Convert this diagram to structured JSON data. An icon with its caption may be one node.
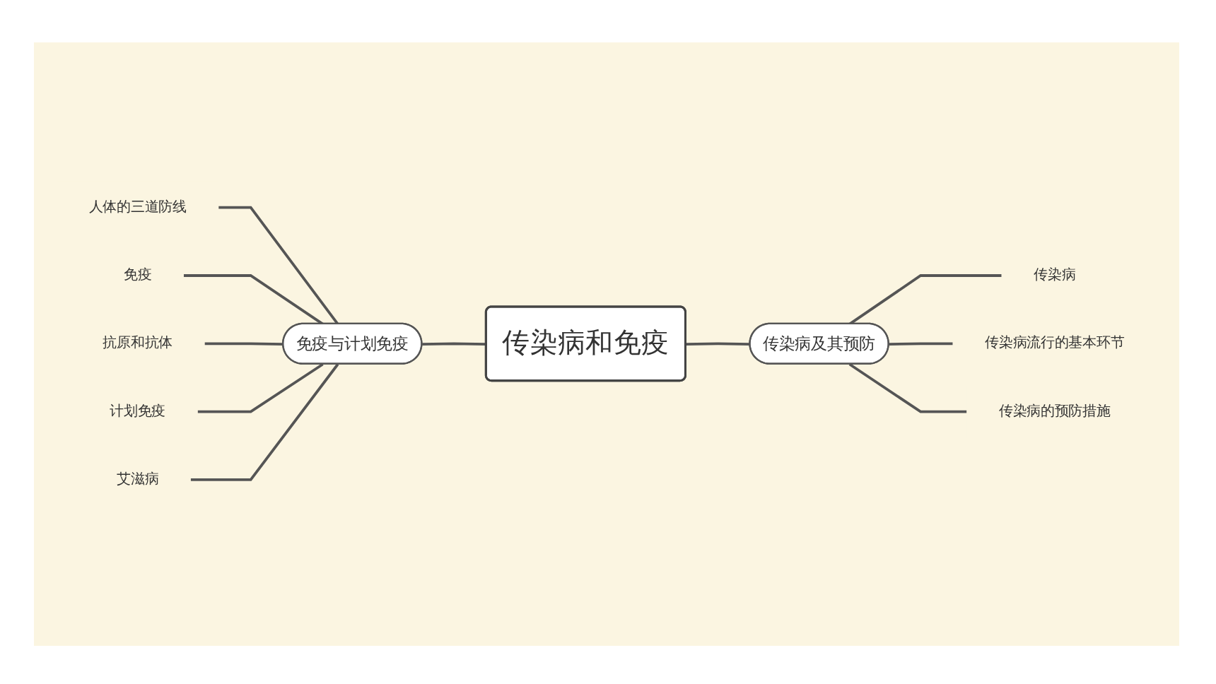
{
  "diagram": {
    "nodes": [
      {
        "text": [
          "传染病和免疫"
        ]
      },
      {
        "text": [
          "免疫与计划免疫"
        ]
      },
      {
        "text": [
          "传染病及其预防"
        ]
      },
      {
        "text": [
          "人体的三道防线"
        ]
      },
      {
        "text": [
          "免疫"
        ]
      },
      {
        "text": [
          "抗原和抗体"
        ]
      },
      {
        "text": [
          "计划免疫"
        ]
      },
      {
        "text": [
          "艾滋病"
        ]
      },
      {
        "text": [
          "传染病"
        ]
      },
      {
        "text": [
          "传染病流行的基本环节"
        ]
      },
      {
        "text": [
          "传染病的预防措施"
        ]
      }
    ],
    "edges": [
      {
        "from": 1,
        "to": 0,
        "arrow": "none"
      },
      {
        "from": 0,
        "to": 2,
        "arrow": "none"
      },
      {
        "from": 3,
        "to": 1,
        "arrow": "none"
      },
      {
        "from": 4,
        "to": 1,
        "arrow": "none"
      },
      {
        "from": 5,
        "to": 1,
        "arrow": "none"
      },
      {
        "from": 6,
        "to": 1,
        "arrow": "none"
      },
      {
        "from": 7,
        "to": 1,
        "arrow": "none"
      },
      {
        "from": 2,
        "to": 8,
        "arrow": "none"
      },
      {
        "from": 2,
        "to": 9,
        "arrow": "none"
      },
      {
        "from": 2,
        "to": 10,
        "arrow": "none"
      }
    ]
  }
}
